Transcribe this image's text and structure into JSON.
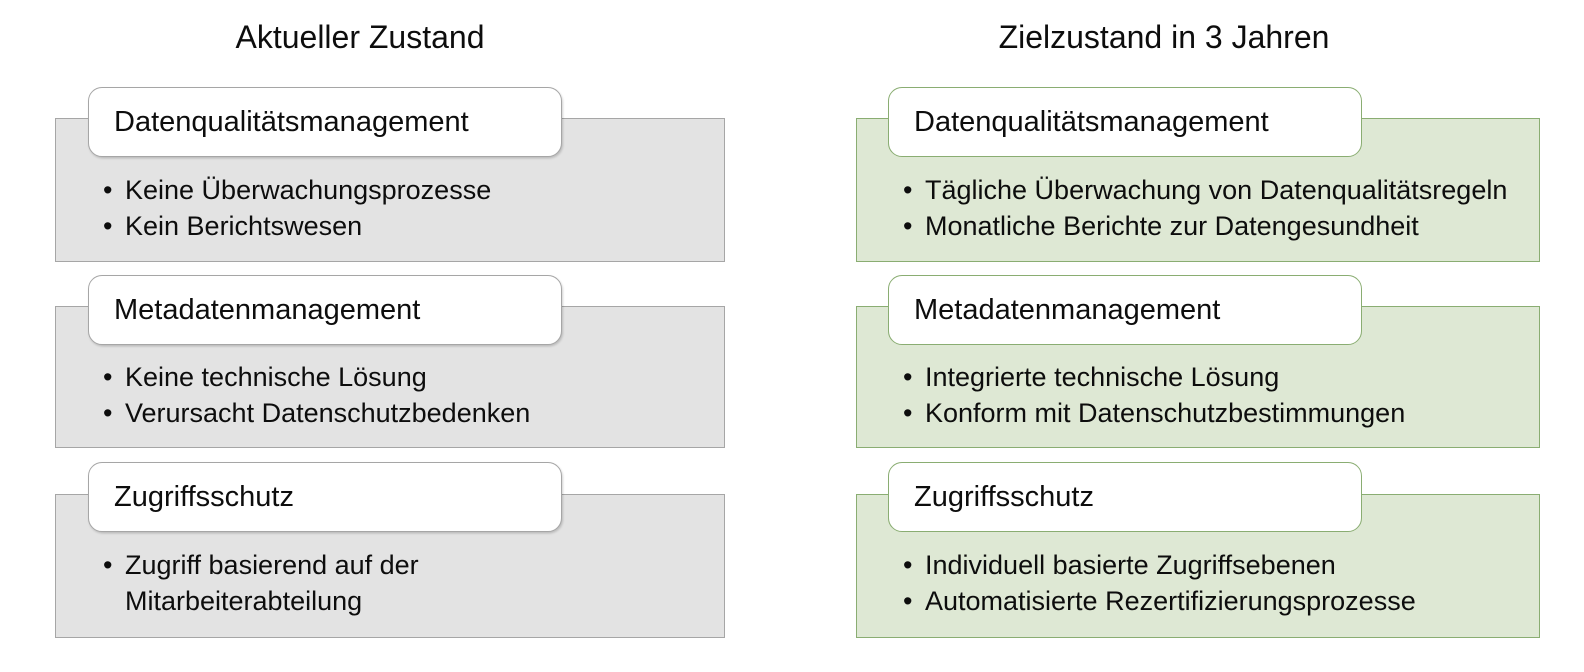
{
  "columns": [
    {
      "key": "current",
      "title": "Aktueller Zustand",
      "theme": "gray",
      "fill": "#e3e3e3",
      "border": "#a6a6a6",
      "groups": [
        {
          "label": "Datenqualitätsmanagement",
          "bullets": [
            "Keine Überwachungsprozesse",
            "Kein Berichtswesen"
          ]
        },
        {
          "label": "Metadatenmanagement",
          "bullets": [
            "Keine technische Lösung",
            "Verursacht Datenschutzbedenken"
          ]
        },
        {
          "label": "Zugriffsschutz",
          "bullets": [
            "Zugriff basierend auf der Mitarbeiterabteilung"
          ]
        }
      ]
    },
    {
      "key": "target",
      "title": "Zielzustand in 3 Jahren",
      "theme": "green",
      "fill": "#dee8d4",
      "border": "#8aad72",
      "groups": [
        {
          "label": "Datenqualitätsmanagement",
          "bullets": [
            "Tägliche Überwachung von Datenqualitätsregeln",
            "Monatliche Berichte zur Datengesundheit"
          ]
        },
        {
          "label": "Metadatenmanagement",
          "bullets": [
            "Integrierte technische Lösung",
            "Konform mit Datenschutzbestimmungen"
          ]
        },
        {
          "label": "Zugriffsschutz",
          "bullets": [
            "Individuell basierte Zugriffsebenen",
            "Automatisierte Rezertifizierungsprozesse"
          ]
        }
      ]
    }
  ],
  "bullet_glyph": "•"
}
